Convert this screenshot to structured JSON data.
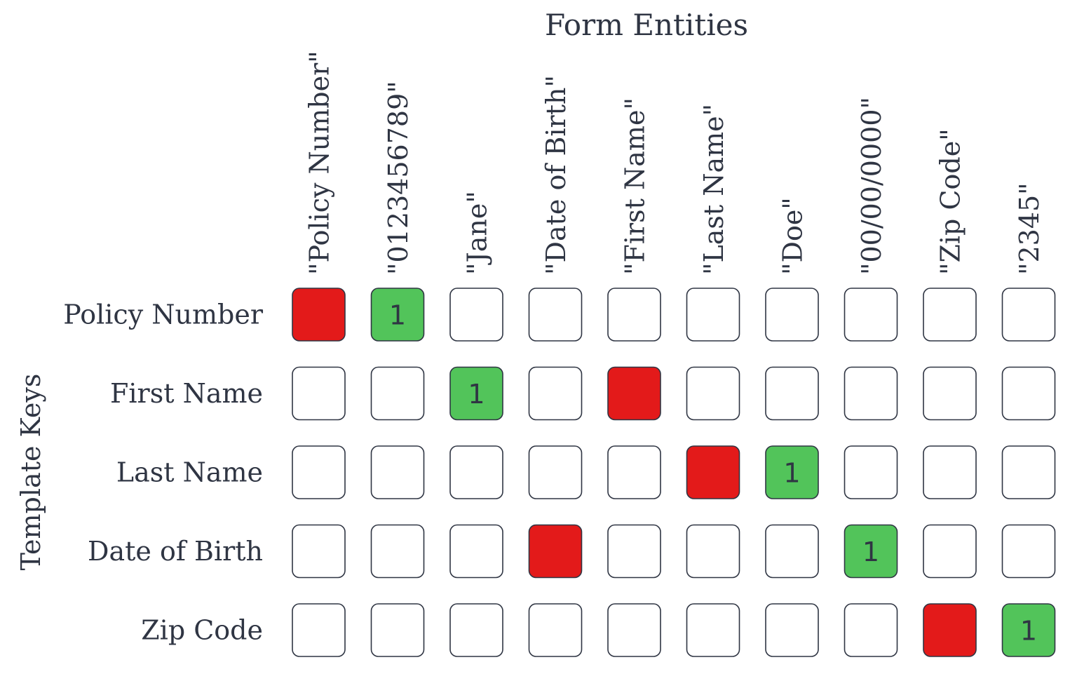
{
  "title": "Form Entities",
  "y_axis_title": "Template Keys",
  "columns": [
    "\"Policy Number\"",
    "\"0123456789\"",
    "\"Jane\"",
    "\"Date of Birth\"",
    "\"First Name\"",
    "\"Last Name\"",
    "\"Doe\"",
    "\"00/00/0000\"",
    "\"Zip Code\"",
    "\"2345\""
  ],
  "rows": [
    "Policy Number",
    "First Name",
    "Last Name",
    "Date of Birth",
    "Zip Code"
  ],
  "colors": {
    "empty_fill": "#ffffff",
    "red": "#e31a1a",
    "green": "#52c45a",
    "border": "#2f3543",
    "text": "#2f3543"
  },
  "cells": [
    [
      {
        "state": "red",
        "label": ""
      },
      {
        "state": "green",
        "label": "1"
      },
      {
        "state": "empty",
        "label": ""
      },
      {
        "state": "empty",
        "label": ""
      },
      {
        "state": "empty",
        "label": ""
      },
      {
        "state": "empty",
        "label": ""
      },
      {
        "state": "empty",
        "label": ""
      },
      {
        "state": "empty",
        "label": ""
      },
      {
        "state": "empty",
        "label": ""
      },
      {
        "state": "empty",
        "label": ""
      }
    ],
    [
      {
        "state": "empty",
        "label": ""
      },
      {
        "state": "empty",
        "label": ""
      },
      {
        "state": "green",
        "label": "1"
      },
      {
        "state": "empty",
        "label": ""
      },
      {
        "state": "red",
        "label": ""
      },
      {
        "state": "empty",
        "label": ""
      },
      {
        "state": "empty",
        "label": ""
      },
      {
        "state": "empty",
        "label": ""
      },
      {
        "state": "empty",
        "label": ""
      },
      {
        "state": "empty",
        "label": ""
      }
    ],
    [
      {
        "state": "empty",
        "label": ""
      },
      {
        "state": "empty",
        "label": ""
      },
      {
        "state": "empty",
        "label": ""
      },
      {
        "state": "empty",
        "label": ""
      },
      {
        "state": "empty",
        "label": ""
      },
      {
        "state": "red",
        "label": ""
      },
      {
        "state": "green",
        "label": "1"
      },
      {
        "state": "empty",
        "label": ""
      },
      {
        "state": "empty",
        "label": ""
      },
      {
        "state": "empty",
        "label": ""
      }
    ],
    [
      {
        "state": "empty",
        "label": ""
      },
      {
        "state": "empty",
        "label": ""
      },
      {
        "state": "empty",
        "label": ""
      },
      {
        "state": "red",
        "label": ""
      },
      {
        "state": "empty",
        "label": ""
      },
      {
        "state": "empty",
        "label": ""
      },
      {
        "state": "empty",
        "label": ""
      },
      {
        "state": "green",
        "label": "1"
      },
      {
        "state": "empty",
        "label": ""
      },
      {
        "state": "empty",
        "label": ""
      }
    ],
    [
      {
        "state": "empty",
        "label": ""
      },
      {
        "state": "empty",
        "label": ""
      },
      {
        "state": "empty",
        "label": ""
      },
      {
        "state": "empty",
        "label": ""
      },
      {
        "state": "empty",
        "label": ""
      },
      {
        "state": "empty",
        "label": ""
      },
      {
        "state": "empty",
        "label": ""
      },
      {
        "state": "empty",
        "label": ""
      },
      {
        "state": "red",
        "label": ""
      },
      {
        "state": "green",
        "label": "1"
      }
    ]
  ]
}
